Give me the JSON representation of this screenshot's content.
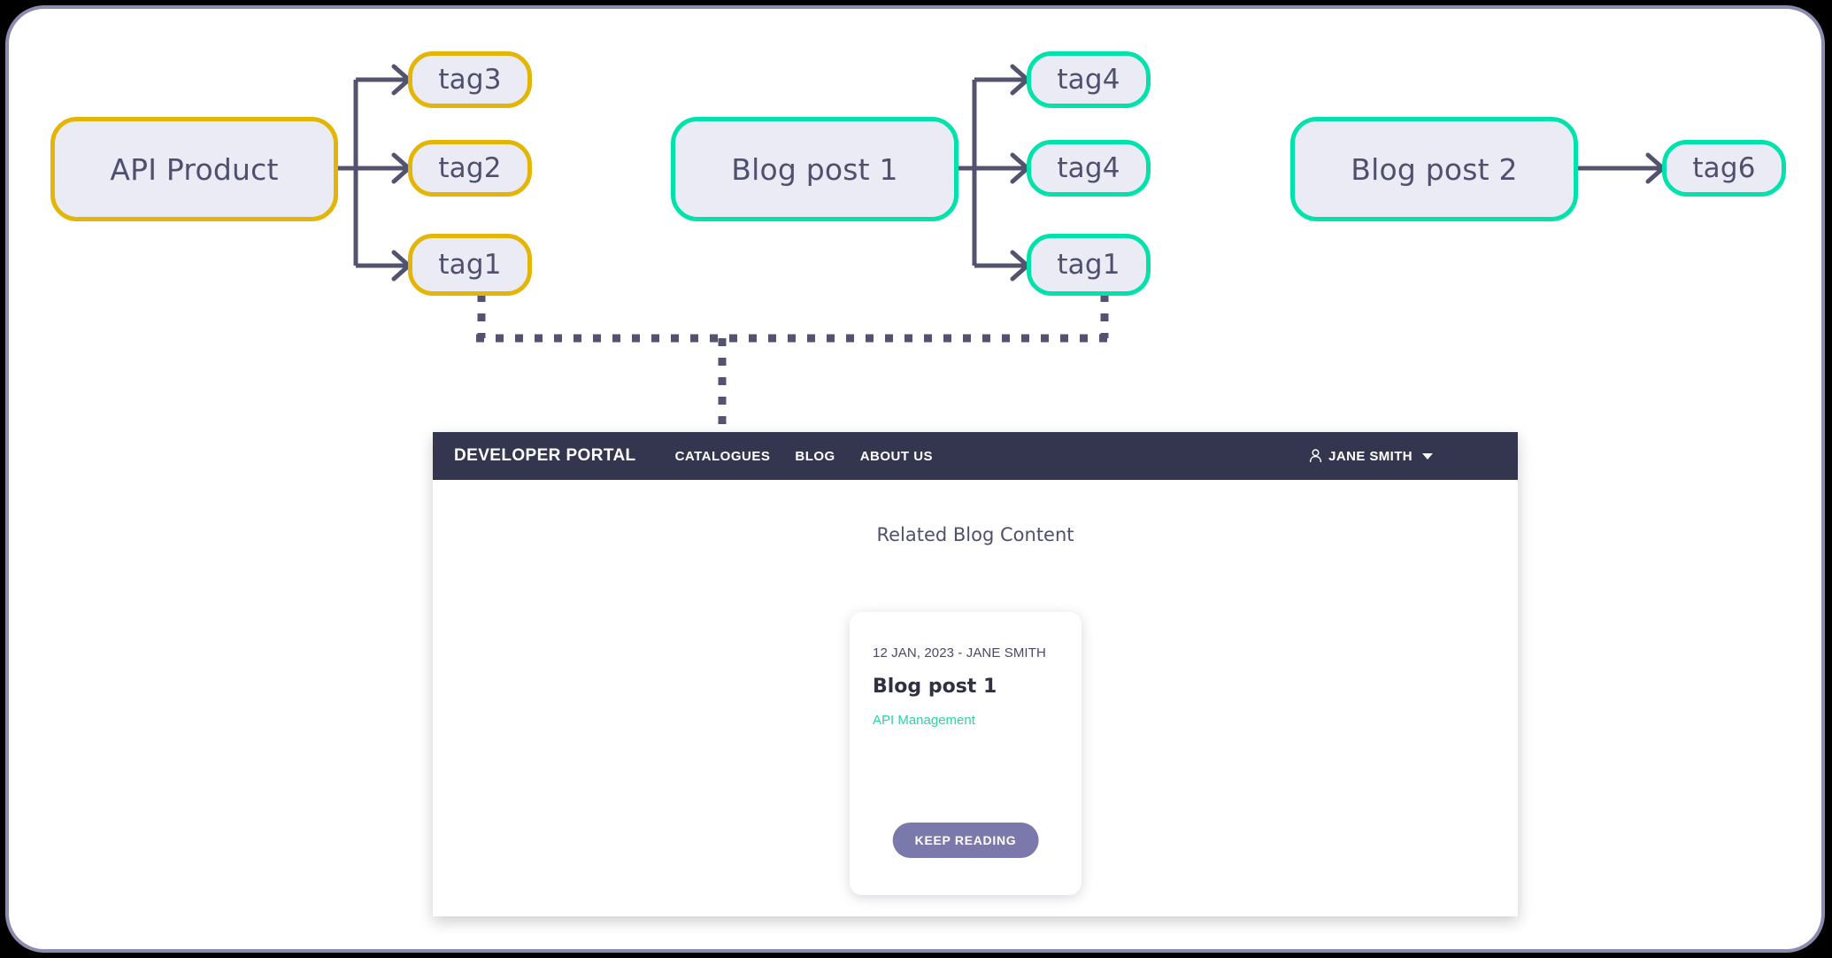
{
  "canvas": {
    "border_color": "#8b8bb0",
    "background": "#ffffff"
  },
  "diagram": {
    "node_fill": "#ebebf5",
    "node_text_color": "#4f4f6e",
    "connector_color": "#53536f",
    "groups": [
      {
        "id": "api-product",
        "source": {
          "label": "API Product",
          "accent": "#e3b505"
        },
        "tags": [
          {
            "label": "tag3",
            "accent": "#e3b505"
          },
          {
            "label": "tag2",
            "accent": "#e3b505"
          },
          {
            "label": "tag1",
            "accent": "#e3b505"
          }
        ]
      },
      {
        "id": "blog-post-1",
        "source": {
          "label": "Blog post 1",
          "accent": "#00e2ab"
        },
        "tags": [
          {
            "label": "tag4",
            "accent": "#00e2ab"
          },
          {
            "label": "tag4",
            "accent": "#00e2ab"
          },
          {
            "label": "tag1",
            "accent": "#00e2ab"
          }
        ]
      },
      {
        "id": "blog-post-2",
        "source": {
          "label": "Blog post 2",
          "accent": "#00e2ab"
        },
        "tags": [
          {
            "label": "tag6",
            "accent": "#00e2ab"
          }
        ]
      }
    ]
  },
  "portal": {
    "brand": "DEVELOPER PORTAL",
    "header_bg": "#343650",
    "nav": [
      {
        "label": "CATALOGUES"
      },
      {
        "label": "BLOG"
      },
      {
        "label": "ABOUT US"
      }
    ],
    "user": {
      "name": "JANE SMITH",
      "icon": "user-icon",
      "caret": "chevron-down-icon"
    },
    "content": {
      "section_title": "Related Blog Content",
      "card": {
        "meta": "12 JAN, 2023 - JANE SMITH",
        "title": "Blog post 1",
        "tag": "API Management",
        "tag_color": "#2ad5a5",
        "button_label": "KEEP READING",
        "button_color": "#7b78ab"
      }
    }
  }
}
